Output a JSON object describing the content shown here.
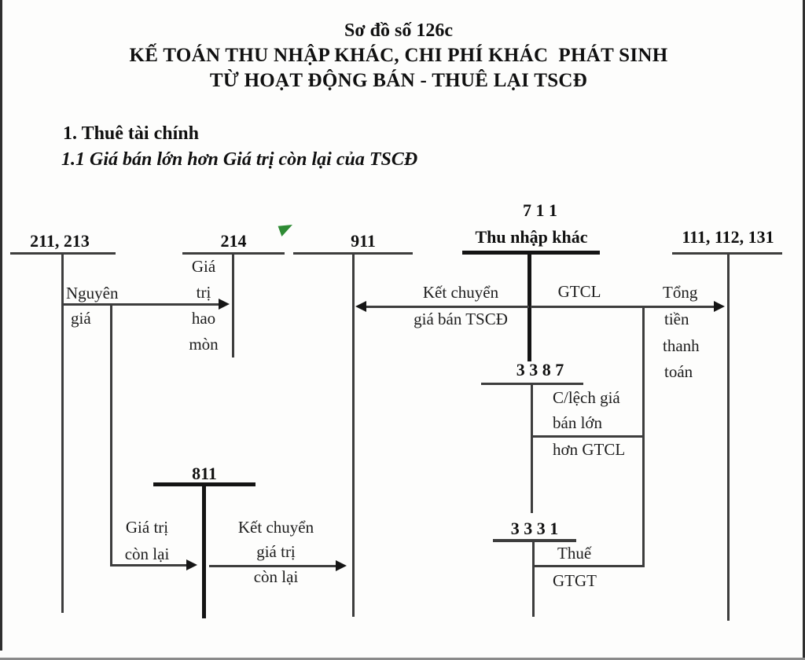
{
  "header": {
    "line1": "Sơ đồ số 126c",
    "line2": "KẾ TOÁN THU NHẬP KHÁC, CHI PHÍ KHÁC  PHÁT SINH",
    "line3": "TỪ HOẠT ĐỘNG BÁN - THUÊ LẠI TSCĐ"
  },
  "sections": {
    "item1": "1. Thuê tài chính",
    "item2": "1.1 Giá bán lớn hơn Giá trị còn lại của TSCĐ"
  },
  "accounts": {
    "a211_213": "211, 213",
    "a214": "214",
    "a911": "911",
    "a711_code": "7 1 1",
    "a711_name": "Thu nhập khác",
    "a111_112_131": "111, 112, 131",
    "a3387": "3 3 8 7",
    "a811": "811",
    "a3331": "3 3 3 1"
  },
  "labels": {
    "nguyen_gia": [
      "Nguyên",
      "giá"
    ],
    "gia_tri_hao_mon": [
      "Giá",
      "trị",
      "hao",
      "mòn"
    ],
    "ket_chuyen_gia_ban": [
      "Kết chuyển",
      "giá bán TSCĐ"
    ],
    "gtcl": "GTCL",
    "tong_tien_thanh_toan": [
      "Tổng",
      "tiền",
      "thanh",
      "toán"
    ],
    "chenh_lech": [
      "C/lệch giá",
      "bán lớn",
      "hơn GTCL"
    ],
    "thue_gtgt": [
      "Thuế",
      "GTGT"
    ],
    "gia_tri_con_lai": [
      "Giá trị",
      "còn lại"
    ],
    "ket_chuyen_gia_tri_con_lai": [
      "Kết chuyển",
      "giá trị",
      "còn lại"
    ]
  },
  "marker": {
    "name": "comment-flag-icon",
    "color": "#2e8b34"
  },
  "colors": {
    "line": "#3d3d3d",
    "line_bold": "#141414",
    "text": "#1d1d1d",
    "page_border": "#2f2f2f"
  }
}
